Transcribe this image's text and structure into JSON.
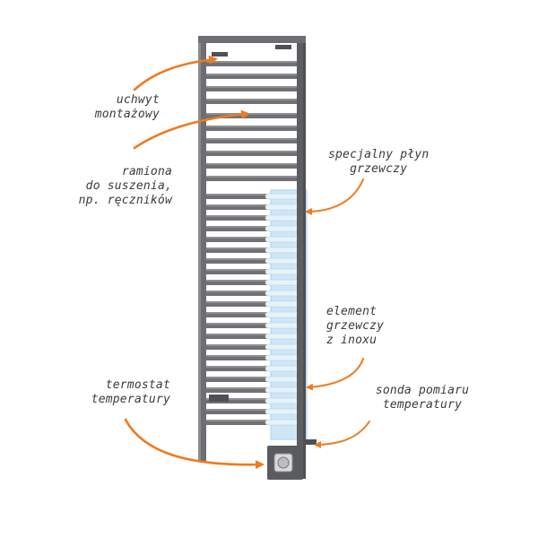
{
  "labels": {
    "mounting": [
      "uchwyt",
      "montażowy"
    ],
    "arms": [
      "ramiona",
      "do suszenia,",
      "np. ręczników"
    ],
    "fluid": [
      "specjalny płyn",
      "grzewczy"
    ],
    "element": [
      "element",
      "grzewczy",
      "z inoxu"
    ],
    "thermostat": [
      "termostat",
      "temperatury"
    ],
    "probe": [
      "sonda pomiaru",
      "temperatury"
    ]
  },
  "colors": {
    "arrow": "#f07a1e",
    "frame": "#6d6e71",
    "frame_dark": "#4f5053",
    "heating": "#cfe6f5",
    "heating_edge": "#a9d0ea",
    "text": "#3a3a3a"
  }
}
